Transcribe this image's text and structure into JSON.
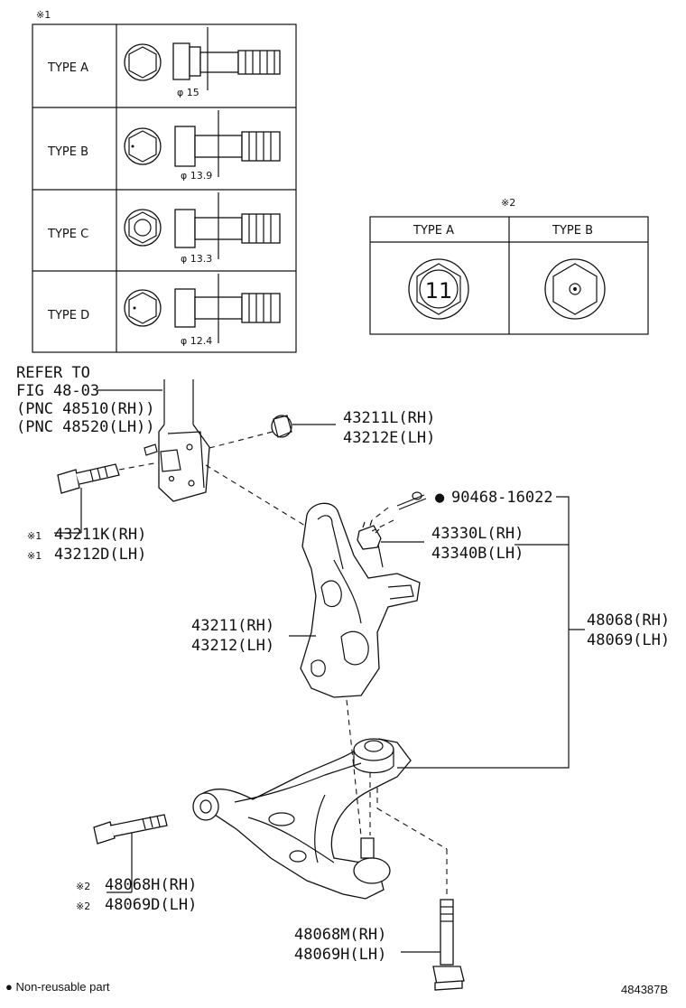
{
  "mark1": "※1",
  "mark2": "※2",
  "table1": {
    "rows": [
      {
        "label": "TYPE A",
        "dia": "φ 15"
      },
      {
        "label": "TYPE B",
        "dia": "φ 13.9"
      },
      {
        "label": "TYPE C",
        "dia": "φ 13.3"
      },
      {
        "label": "TYPE D",
        "dia": "φ 12.4"
      }
    ]
  },
  "table2": {
    "col_a": "TYPE A",
    "col_b": "TYPE B",
    "nut_mark": "11"
  },
  "refer": {
    "line1": "REFER TO",
    "line2": "FIG 48-03",
    "line3": "(PNC 48510(RH))",
    "line4": "(PNC 48520(LH))"
  },
  "callouts": {
    "c1_rh": "43211L(RH)",
    "c1_lh": "43212E(LH)",
    "c2_mark": "※1",
    "c2_rh": "43211K(RH)",
    "c2_lh": "43212D(LH)",
    "c3_dot": "●",
    "c3": "90468-16022",
    "c4_rh": "43330L(RH)",
    "c4_lh": "43340B(LH)",
    "c5_rh": "43211(RH)",
    "c5_lh": "43212(LH)",
    "c6_rh": "48068(RH)",
    "c6_lh": "48069(LH)",
    "c7_mark": "※2",
    "c7_rh": "48068H(RH)",
    "c7_lh": "48069D(LH)",
    "c8_rh": "48068M(RH)",
    "c8_lh": "48069H(LH)"
  },
  "footer": {
    "legend": "● Non-reusable part",
    "code": "484387B"
  }
}
